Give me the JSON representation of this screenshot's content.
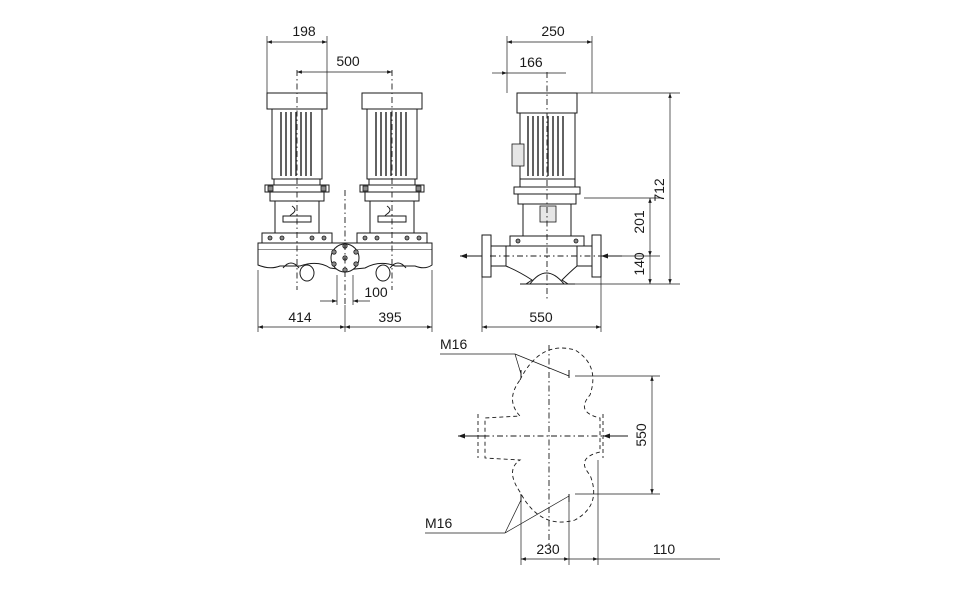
{
  "drawing": {
    "front_view": {
      "dim_top_motor": "198",
      "dim_center_distance": "500",
      "dim_flange": "100",
      "dim_left": "414",
      "dim_right": "395"
    },
    "side_view": {
      "dim_width": "250",
      "dim_offset": "166",
      "dim_total_height": "712",
      "dim_mid_height": "201",
      "dim_base_height": "140",
      "dim_port_to_port": "550"
    },
    "top_view": {
      "label_bolt_top": "M16",
      "label_bolt_bottom": "M16",
      "dim_height": "550",
      "dim_left": "230",
      "dim_right": "110"
    }
  }
}
